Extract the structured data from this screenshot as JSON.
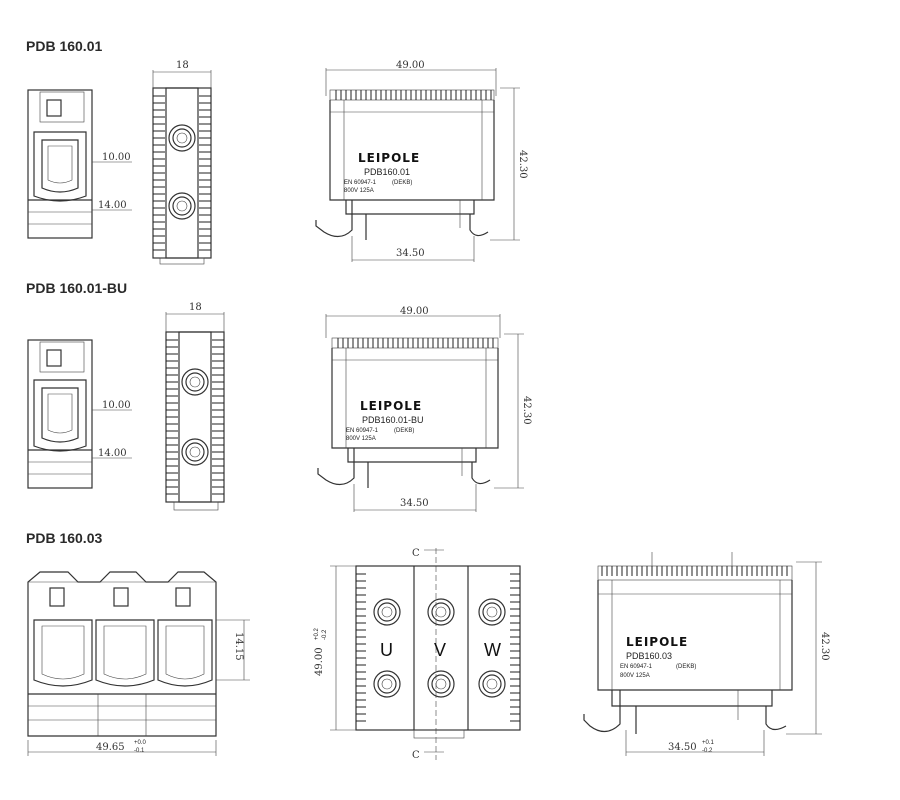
{
  "sections": [
    {
      "heading": "PDB 160.01",
      "front_dims": [
        "10.00",
        "14.00"
      ],
      "side_width": "18",
      "profile_width": "49.00",
      "profile_height": "42.30",
      "rail_width": "34.50",
      "logo": "LEIPOLE",
      "model": "PDB160.01",
      "standard": "EN 60947-1",
      "rating": "800V  125A",
      "mark": "(DEKB)"
    },
    {
      "heading": "PDB 160.01-BU",
      "front_dims": [
        "10.00",
        "14.00"
      ],
      "side_width": "18",
      "profile_width": "49.00",
      "profile_height": "42.30",
      "rail_width": "34.50",
      "logo": "LEIPOLE",
      "model": "PDB160.01-BU",
      "standard": "EN 60947-1",
      "rating": "800V  125A",
      "mark": "(DEKB)"
    },
    {
      "heading": "PDB 160.03",
      "front_height": "14.15",
      "front_width": "49.65",
      "front_width_tol": [
        "+0.0",
        "-0.1"
      ],
      "top_height": "49.00",
      "top_height_tol": [
        "+0.2",
        "-0.2"
      ],
      "section_mark": "C",
      "phases": [
        "U",
        "V",
        "W"
      ],
      "profile_height": "42.30",
      "rail_width": "34.50",
      "rail_width_tol": [
        "+0.1",
        "-0.2"
      ],
      "logo": "LEIPOLE",
      "model": "PDB160.03",
      "standard": "EN 60947-1",
      "rating": "800V  125A",
      "mark": "(DEKB)"
    }
  ],
  "colors": {
    "line": "#333333",
    "ridge": "#222222",
    "paper": "#ffffff"
  }
}
